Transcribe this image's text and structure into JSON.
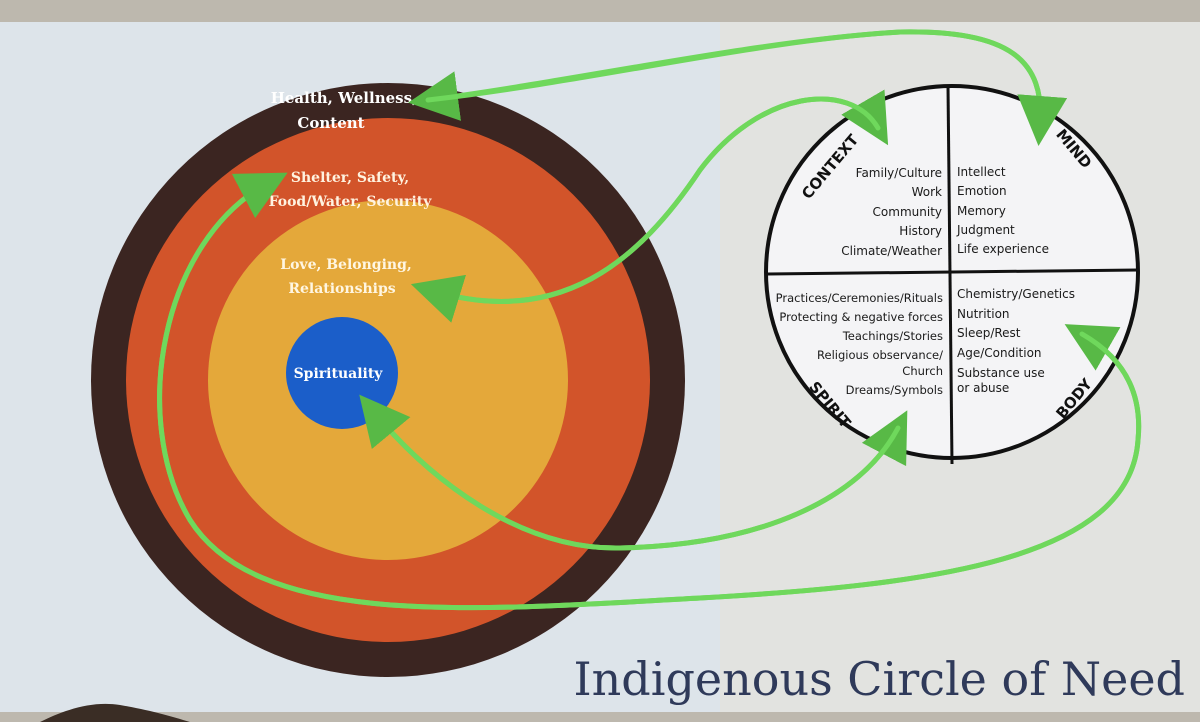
{
  "title": "Indigenous Circle of Need",
  "circle_of_need": {
    "outer_ring": {
      "line1": "Health, Wellness,",
      "line2": "Content"
    },
    "ring2": {
      "line1": "Shelter, Safety,",
      "line2": "Food/Water, Security"
    },
    "ring3": {
      "line1": "Love, Belonging,",
      "line2": "Relationships"
    },
    "core": {
      "label": "Spirituality"
    }
  },
  "medicine_wheel": {
    "context": {
      "label": "CONTEXT",
      "items": [
        "Family/Culture",
        "Work",
        "Community",
        "History",
        "Climate/Weather"
      ]
    },
    "mind": {
      "label": "MIND",
      "items": [
        "Intellect",
        "Emotion",
        "Memory",
        "Judgment",
        "Life experience"
      ]
    },
    "spirit": {
      "label": "SPIRIT",
      "items": [
        "Practices/Ceremonies/Rituals",
        "Protecting & negative forces",
        "Teachings/Stories",
        "Religious observance/",
        "Church",
        "Dreams/Symbols"
      ]
    },
    "body": {
      "label": "BODY",
      "items": [
        "Chemistry/Genetics",
        "Nutrition",
        "Sleep/Rest",
        "Age/Condition",
        "Substance use",
        "or abuse"
      ]
    }
  },
  "colors": {
    "outer_ring": "#3b2521",
    "ring2": "#d2542a",
    "ring3": "#e4a83a",
    "core": "#1b5ec9",
    "arrow": "#6fd85c",
    "title": "#2f3a5a"
  }
}
